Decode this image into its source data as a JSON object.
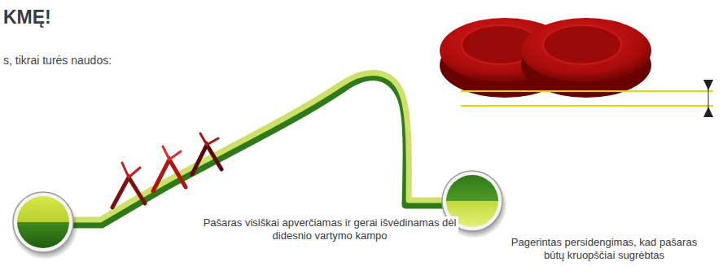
{
  "diagram": {
    "title": "KMĘ!",
    "labels": [
      "s, tikrai turės naudos:",
      "Pagerintas persidengimas, kad pašaras būtų kruopščiai sugrėbtas",
      "Pašaras visiškai apverčiamas ir gerai išvėdinamas dėl didesnio vartymo kampo"
    ]
  }
}
